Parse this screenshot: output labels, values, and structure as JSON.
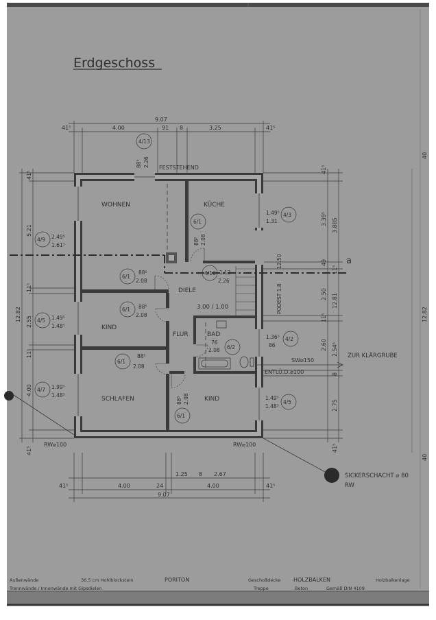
{
  "title": "Erdgeschoss",
  "rooms": {
    "wohnen": "WOHNEN",
    "kueche": "KÜCHE",
    "diele": "DIELE",
    "kind1": "KIND",
    "flur": "FLUR",
    "bad": "BAD",
    "schlafen": "SCHLAFEN",
    "kind2": "KIND"
  },
  "labels": {
    "feststehend": "FESTSTEHEND",
    "podest": "PODEST 1.8",
    "podest_value": "12.50",
    "diele_area": "3.00 / 1.00",
    "zur_klaergrube": "ZUR KLÄRGRUBE",
    "sw": "SW⌀150",
    "entlued": "ENTLÜ.D.⌀100",
    "rw_left": "RW⌀100",
    "rw_right": "RW⌀100",
    "sickerschacht": "SICKERSCHACHT ⌀ 80",
    "sicker_rw": "RW",
    "section_a": "a"
  },
  "dims_top": {
    "total": "9.07",
    "side_l": "41⁵",
    "seg1": "4.00",
    "seg2": "91",
    "seg3": "8",
    "seg4": "3.25",
    "side_r": "41⁵"
  },
  "dims_bottom": {
    "seg1": "1.25",
    "seg2": "8",
    "seg3": "2.67",
    "side_l": "41⁵",
    "b1": "4.00",
    "b2": "24",
    "b3": "4.00",
    "side_r": "41⁵",
    "total": "9.07"
  },
  "dims_left": {
    "total": "12.82",
    "a": "41⁵",
    "b": "5.21",
    "c": "11⁵",
    "d": "2.55",
    "e": "11⁵",
    "f": "4.00",
    "g": "41⁵"
  },
  "dims_right": {
    "total": "12.82",
    "r1": "41⁵",
    "r2": "3.39⁵",
    "r3": "3.885",
    "r4": "49",
    "r5": "11⁵",
    "r6": "2.50",
    "r7": "12.81",
    "r8": "11⁵",
    "r9": "2.60",
    "r10": "2.54⁵",
    "r11": "8",
    "r12": "2.75",
    "r13": "41⁵",
    "edge1": "40",
    "edge2": "12.82",
    "edge3": "40"
  },
  "openings": {
    "o_top": "4/13",
    "o_top_w1": "88⁵",
    "o_top_w2": "2.26",
    "o_wohnen": "4/9",
    "o_wohnen_w1": "2.49⁵",
    "o_wohnen_w2": "1.61⁵",
    "o_kueche": "4/3",
    "o_kueche_w1": "1.49⁵",
    "o_kueche_w2": "1.31",
    "o_kind1": "4/5",
    "o_kind1_w1": "1.49⁵",
    "o_kind1_w2": "1.48⁵",
    "o_schlafen": "4/7",
    "o_schlafen_w1": "1.99⁵",
    "o_schlafen_w2": "1.48⁵",
    "o_kind2": "4/5",
    "o_kind2_w1": "1.49⁵",
    "o_kind2_w2": "1.48⁵",
    "o_door_kueche": "6/1",
    "o_door_kueche_w1": "88⁵",
    "o_door_kueche_w2": "2.08",
    "o_door_wohnen": "6/1",
    "o_door_wohnen_w1": "88⁵",
    "o_door_wohnen_w2": "2.08",
    "o_entry": "4/16",
    "o_entry_w1": "1.12",
    "o_entry_w2": "2.26",
    "o_door_kind1": "6/1",
    "o_door_kind1_w1": "88⁵",
    "o_door_kind1_w2": "2.08",
    "o_door_bad": "6/2",
    "o_door_bad_w1": "76",
    "o_door_bad_w2": "2.08",
    "o_bad_win": "4/2",
    "o_bad_win_w1": "1.36⁵",
    "o_bad_win_w2": "86",
    "o_door_schlafen": "6/1",
    "o_door_schlafen_w1": "88⁵",
    "o_door_schlafen_w2": "2.08",
    "o_door_kind2": "6/1",
    "o_door_kind2_w1": "88⁵",
    "o_door_kind2_w2": "2.08"
  },
  "footer": {
    "f1": "Außenwände",
    "f2": "36.5 cm Hohlblockstein",
    "f3": "PORITON",
    "f4": "Geschoßdecke",
    "f5": "HOLZBALKEN",
    "f6": "Holzbalkenlage",
    "f7": "Trennwände / Innenwände mit Gipsdielen",
    "f8": "Treppe",
    "f9": "Beton",
    "f10": "Gemäß DIN 4109"
  }
}
